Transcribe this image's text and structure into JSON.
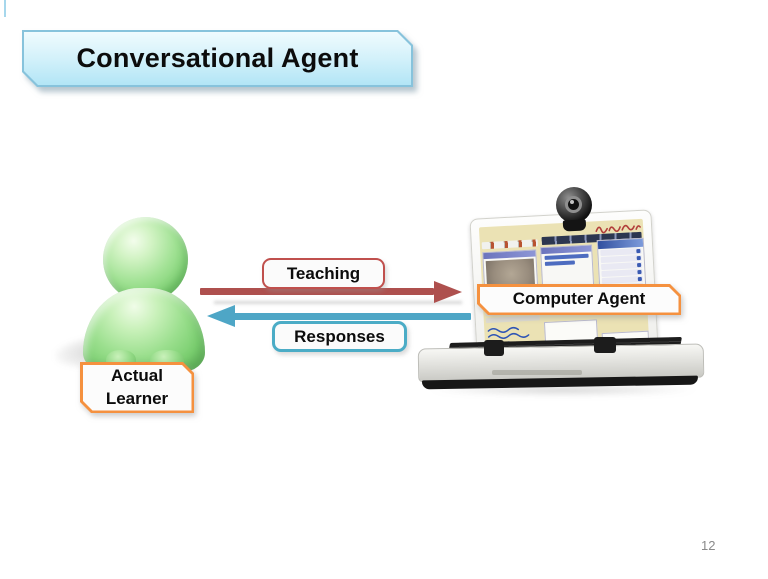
{
  "slide": {
    "title": "Conversational Agent",
    "page_number": "12"
  },
  "labels": {
    "learner_line1": "Actual",
    "learner_line2": "Learner",
    "computer": "Computer Agent",
    "teaching": "Teaching",
    "responses": "Responses"
  },
  "arrows": {
    "teaching": {
      "direction": "left-to-right",
      "color": "#ae504e"
    },
    "responses": {
      "direction": "right-to-left",
      "color": "#4ea6c6"
    }
  },
  "colors": {
    "banner_border": "#87c3dc",
    "banner_fill_top": "#effbfe",
    "banner_fill_bottom": "#b2e5f6",
    "teaching_border": "#c0504d",
    "responses_border": "#4bacc6",
    "agent_label_border": "#f5913f",
    "avatar_green": "#8ed486",
    "page_number_gray": "#8a8a8a"
  }
}
